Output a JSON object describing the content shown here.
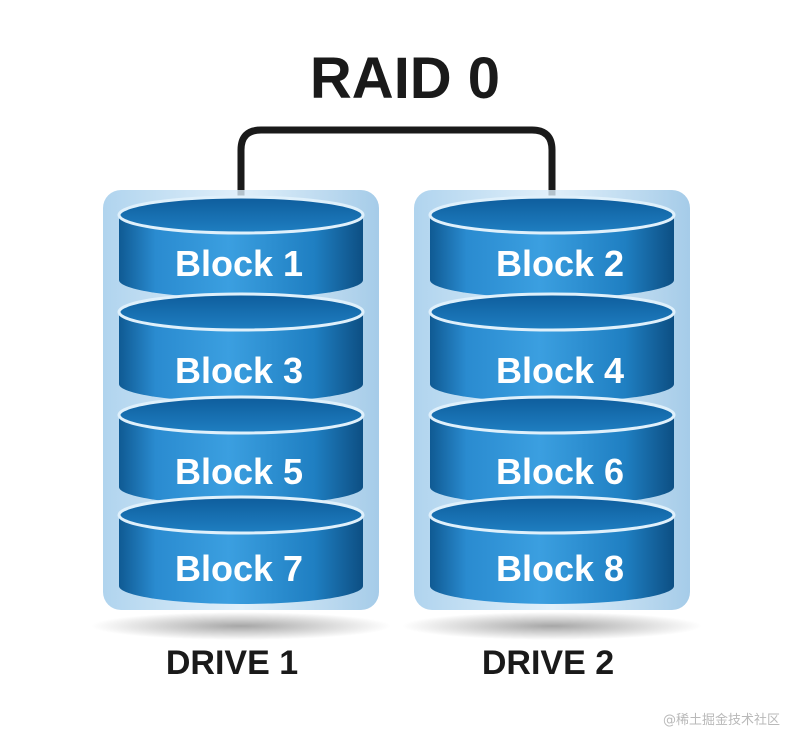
{
  "diagram": {
    "title": "RAID 0",
    "drives": [
      {
        "label": "DRIVE 1",
        "blocks": [
          "Block 1",
          "Block 3",
          "Block 5",
          "Block 7"
        ]
      },
      {
        "label": "DRIVE 2",
        "blocks": [
          "Block 2",
          "Block 4",
          "Block 6",
          "Block 8"
        ]
      }
    ],
    "colors": {
      "block_blue": "#1f7fc2",
      "block_dark": "#0f5a93",
      "connector": "#1a1a1a",
      "text_dark": "#1a1a1a",
      "block_text": "#ffffff"
    }
  },
  "watermark": "@稀土掘金技术社区"
}
